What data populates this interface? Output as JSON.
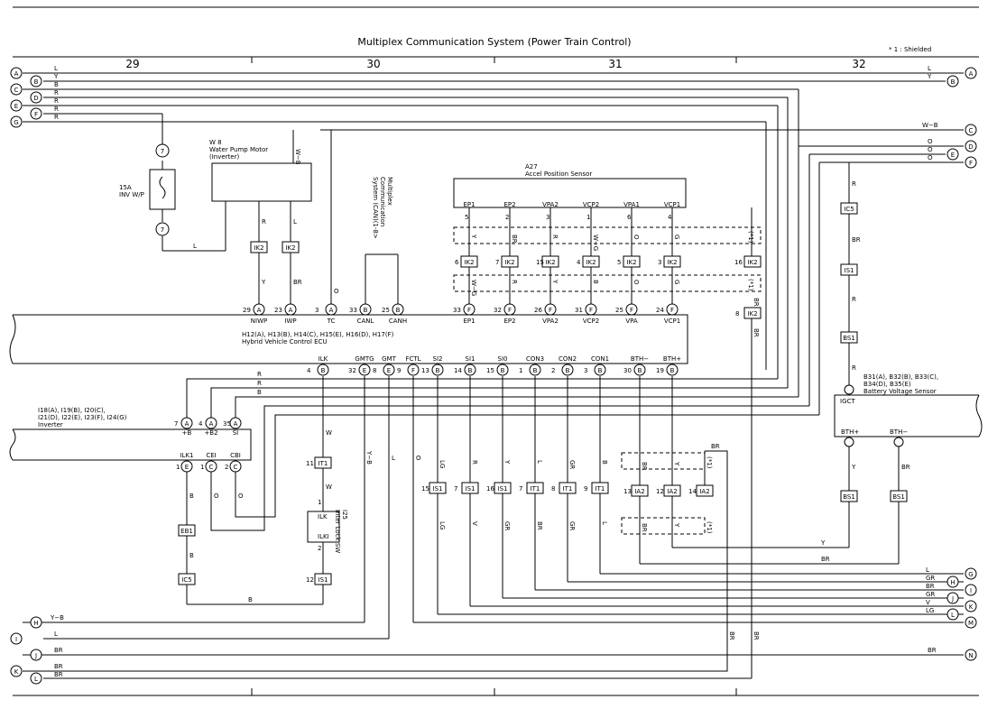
{
  "title": "Multiplex Communication System (Power Train Control)",
  "footnote": "* 1 : Shielded",
  "sections": [
    "29",
    "30",
    "31",
    "32"
  ],
  "edge_left": [
    "A",
    "B",
    "C",
    "D",
    "E",
    "F",
    "G",
    "H",
    "I",
    "J",
    "K",
    "L"
  ],
  "edge_right": [
    "A",
    "B",
    "C",
    "D",
    "E",
    "F",
    "G",
    "H",
    "I",
    "J",
    "K",
    "L",
    "M",
    "N"
  ],
  "components": {
    "w8": [
      "W 8",
      "Water Pump Motor",
      "(Inverter)"
    ],
    "fuse": [
      "15A",
      "INV W/P"
    ],
    "a27": [
      "A27",
      "Accel Position Sensor"
    ],
    "ecu": [
      "H12(A), H13(B), H14(C), H15(E), H16(D), H17(F)",
      "Hybrid Vehicle Control ECU"
    ],
    "inverter": [
      "I18(A), I19(B), I20(C),",
      "I21(D), I22(E), I23(F), I24(G)",
      "Inverter"
    ],
    "batt": [
      "B31(A), B32(B), B33(C),",
      "B34(D), B35(E)",
      "Battery Voltage Sensor"
    ],
    "i25": [
      "I25",
      "Inter Lock SW"
    ],
    "can": [
      "Multiplex",
      "Communication",
      "System (CAN)(1-8>"
    ]
  },
  "pins": {
    "ecu_top": [
      "NIWP",
      "IWP",
      "TC",
      "CANL",
      "CANH",
      "EP1",
      "EP2",
      "VPA2",
      "VCP2",
      "VPA",
      "VCP1"
    ],
    "ecu_bottom": [
      "ILK",
      "GMTG",
      "GMT",
      "FCTL",
      "SI2",
      "SI1",
      "SI0",
      "CON3",
      "CON2",
      "CON1",
      "BTH−",
      "BTH+"
    ],
    "a27": [
      "EP1",
      "EP2",
      "VPA2",
      "VCP2",
      "VPA1",
      "VCP1"
    ],
    "inverter": [
      "+B",
      "+B2",
      "SI",
      "ILK1",
      "CEI",
      "CBI"
    ],
    "batt": [
      "IGCT",
      "BTH+",
      "BTH−"
    ],
    "i25": [
      "ILK",
      "ILKI"
    ]
  },
  "connectors": {
    "ik2": "IK2",
    "it1": "IT1",
    "is1": "IS1",
    "ia2": "IA2",
    "ic5": "IC5",
    "bs1": "BS1",
    "eb1": "EB1",
    "ic5b": "IC5",
    "is1b": "IS1"
  },
  "wire_colors": {
    "L": "L",
    "Y": "Y",
    "B": "B",
    "R": "R",
    "W_B": "W−B",
    "O": "O",
    "BR": "BR",
    "G": "G",
    "W_G": "W−G",
    "W": "W",
    "Y_B": "Y−B",
    "LG": "LG",
    "GR": "GR",
    "V": "V"
  },
  "shield_mark": "(*1)",
  "accent_color": "#000000"
}
